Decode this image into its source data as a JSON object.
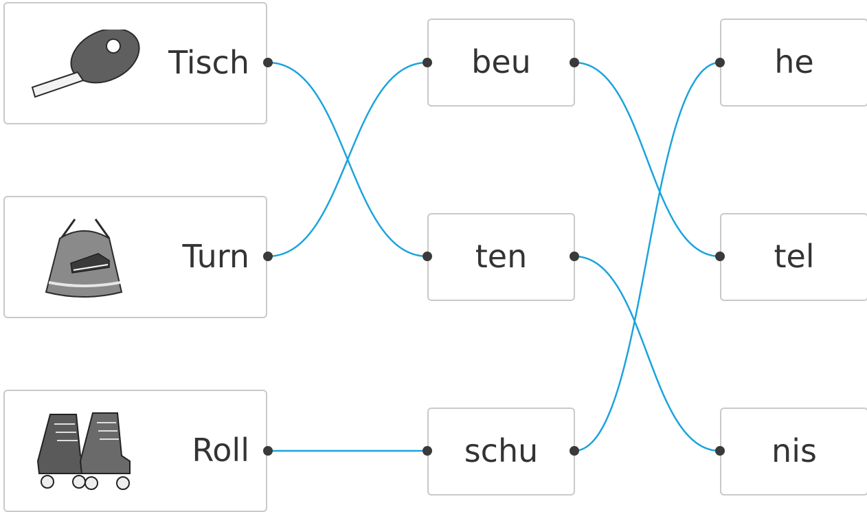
{
  "exercise": {
    "pictures": [
      {
        "id": "p1",
        "word": "Tisch",
        "icon": "table-tennis-paddle-icon"
      },
      {
        "id": "p2",
        "word": "Turn",
        "icon": "gym-bag-icon"
      },
      {
        "id": "p3",
        "word": "Roll",
        "icon": "roller-skates-icon"
      }
    ],
    "middle": [
      {
        "id": "m1",
        "text": "beu"
      },
      {
        "id": "m2",
        "text": "ten"
      },
      {
        "id": "m3",
        "text": "schu"
      }
    ],
    "endings": [
      {
        "id": "e1",
        "text": "he"
      },
      {
        "id": "e2",
        "text": "tel"
      },
      {
        "id": "e3",
        "text": "nis"
      }
    ],
    "connections": [
      {
        "from": "p1",
        "to": "m2"
      },
      {
        "from": "p2",
        "to": "m1"
      },
      {
        "from": "p3",
        "to": "m3"
      },
      {
        "from": "m1",
        "to": "e2"
      },
      {
        "from": "m2",
        "to": "e3"
      },
      {
        "from": "m3",
        "to": "e1"
      }
    ],
    "line_color": "#1aa3dd",
    "dot_color": "#3a3a3a",
    "border_color": "#c9c9c9"
  }
}
